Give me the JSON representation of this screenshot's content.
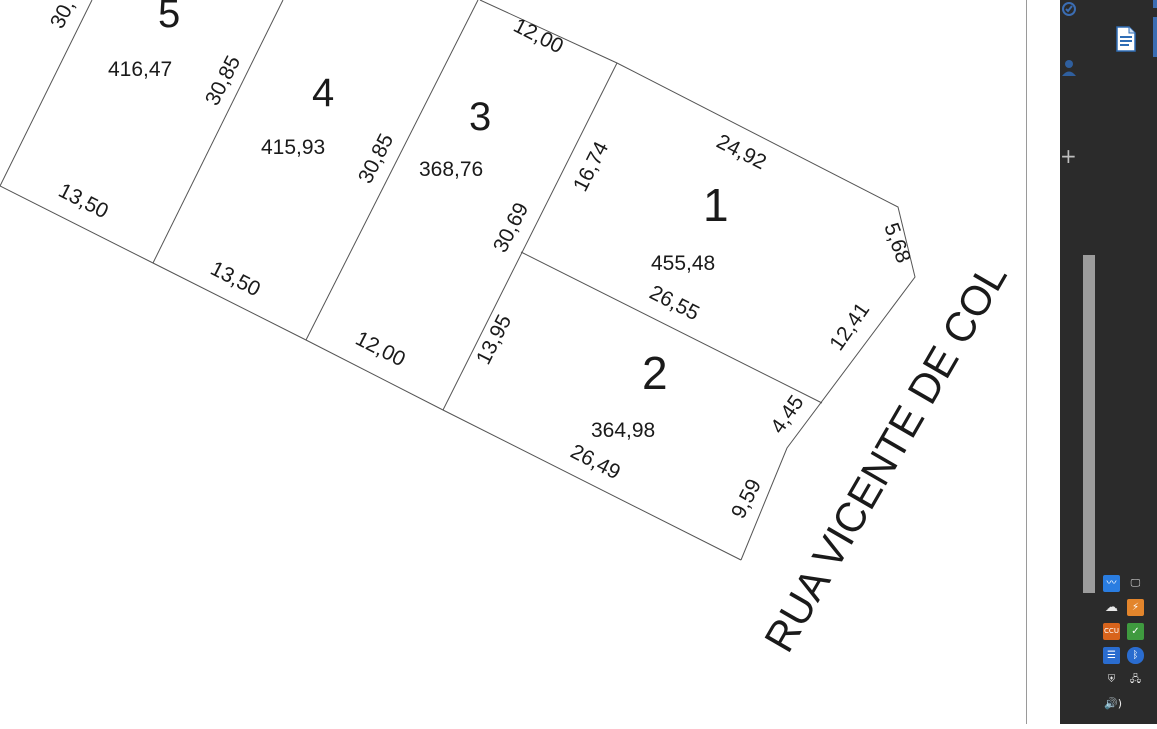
{
  "plan": {
    "street": "RUA VICENTE DE COL",
    "lots": [
      {
        "number": "1",
        "area": "455,48"
      },
      {
        "number": "2",
        "area": "364,98"
      },
      {
        "number": "3",
        "area": "368,76"
      },
      {
        "number": "4",
        "area": "415,93"
      },
      {
        "number": "5",
        "area": "416,47"
      }
    ],
    "dimensions": {
      "lot5_partial": "30,",
      "lot5_side": "30,85",
      "lot5_front": "13,50",
      "lot4_side": "30,85",
      "lot4_front": "13,50",
      "lot3_top": "12,00",
      "lot3_side": "30,69",
      "lot3_front": "12,00",
      "lot1_side": "16,74",
      "lot1_top": "24,92",
      "lot1_corner": "5,68",
      "lot1_front": "12,41",
      "lot1_bottom": "26,55",
      "lot2_side": "13,95",
      "lot2_bottom": "26,49",
      "lot2_corner": "4,45",
      "lot2_front": "9,59"
    }
  },
  "side_panel": {
    "icons": [
      "check-circle-icon",
      "user-icon",
      "plus-icon",
      "document-icon"
    ],
    "plus": "+"
  },
  "tray": {
    "icons": [
      "network-monitor-icon",
      "display-icon",
      "cloud-icon",
      "power-icon",
      "ccu-icon",
      "security-check-icon",
      "network-adapter-icon",
      "bluetooth-icon",
      "shield-icon",
      "ethernet-icon",
      "volume-icon"
    ],
    "ccu_label": "CCU",
    "volume": "🔊)"
  }
}
